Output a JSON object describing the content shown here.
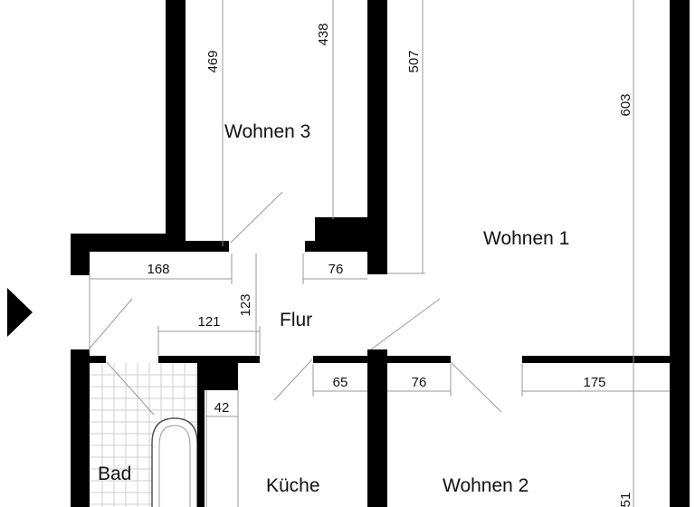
{
  "rooms": {
    "wohnen3": "Wohnen 3",
    "wohnen1": "Wohnen 1",
    "flur": "Flur",
    "bad": "Bad",
    "kueche": "Küche",
    "wohnen2": "Wohnen 2"
  },
  "dimensions": {
    "d469": "469",
    "d438": "438",
    "d507": "507",
    "d603": "603",
    "d168": "168",
    "d76_upper": "76",
    "d123": "123",
    "d121": "121",
    "d65": "65",
    "d76_lower": "76",
    "d175": "175",
    "d42": "42",
    "d51_partial": "51"
  },
  "colors": {
    "wall": "#000000",
    "dimension_line": "#9a9a9a",
    "tile": "#cfcfcf"
  },
  "icons": {
    "entrance": "entrance-arrow-icon"
  }
}
